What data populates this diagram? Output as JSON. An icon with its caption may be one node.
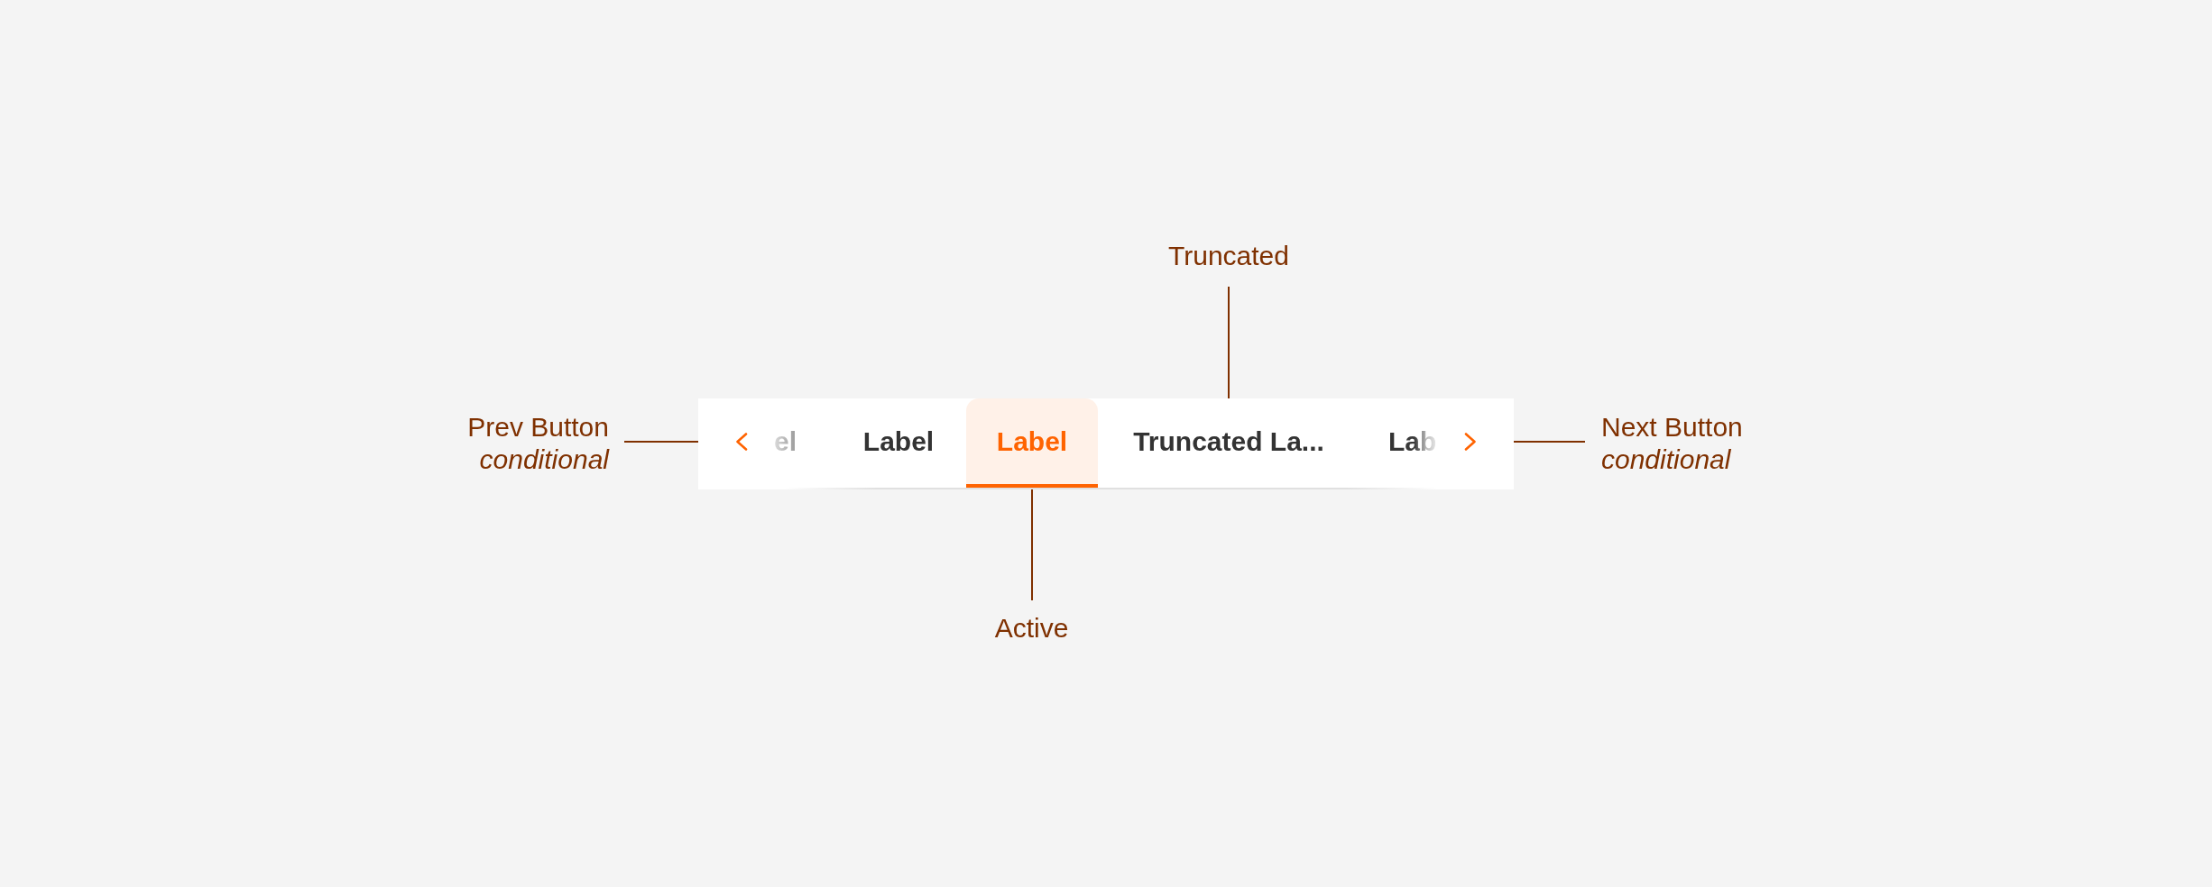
{
  "diagram": {
    "nodes": [
      {
        "text": [
          "Truncated"
        ]
      },
      {
        "text": [
          "Prev Button",
          "conditional"
        ]
      },
      {
        "text": [],
        "shape": "box"
      },
      {
        "text": [],
        "shape": "chevron",
        "in": 2
      },
      {
        "text": [
          "el"
        ],
        "in": 2
      },
      {
        "text": [
          "Label"
        ],
        "in": 2
      },
      {
        "text": [
          "Label"
        ],
        "in": 2
      },
      {
        "text": [
          "Truncated La..."
        ],
        "in": 2
      },
      {
        "text": [
          "Lab"
        ],
        "in": 2
      },
      {
        "text": [],
        "shape": "chevron",
        "in": 2
      },
      {
        "text": [
          "Next Button",
          "conditional"
        ]
      },
      {
        "text": [
          "Active"
        ]
      }
    ],
    "edges": [
      {
        "from": 0,
        "to": 7,
        "arrow": "none"
      },
      {
        "from": 1,
        "to": 3,
        "arrow": "none"
      },
      {
        "from": 10,
        "to": 9,
        "arrow": "none"
      },
      {
        "from": 11,
        "to": 6,
        "arrow": "none"
      }
    ]
  }
}
